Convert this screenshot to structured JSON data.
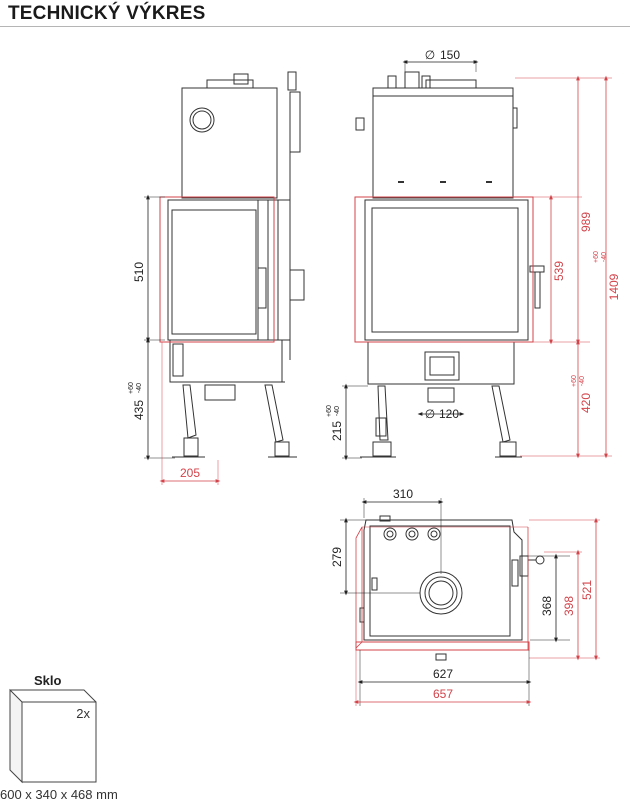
{
  "header": {
    "title": "TECHNICKÝ VÝKRES"
  },
  "colors": {
    "dimension_red": "#d3434a",
    "dimension_black": "#222222",
    "outline": "#333333"
  },
  "front_view": {
    "door_height": "510",
    "leg_height": "435",
    "leg_tolerance_plus": "+60",
    "leg_tolerance_minus": "-40",
    "width_right": "205"
  },
  "side_view": {
    "flue_diameter": "150",
    "diameter_symbol": "∅",
    "inlet_diameter": "120",
    "bottom_height": "215",
    "bottom_tolerance_plus": "+60",
    "bottom_tolerance_minus": "-40",
    "door_height": "539",
    "top_height": "989",
    "total_height": "1409",
    "total_tolerance_plus": "+60",
    "total_tolerance_minus": "-40",
    "base_height": "420",
    "base_tolerance_plus": "+60",
    "base_tolerance_minus": "-40"
  },
  "top_view": {
    "flue_offset": "310",
    "flue_depth": "279",
    "depth_inner": "368",
    "depth_glass": "398",
    "depth_total": "521",
    "width_inner": "627",
    "width_total": "657"
  },
  "glass": {
    "label": "Sklo",
    "quantity": "2x",
    "dimensions": "600 x 340 x 468 mm"
  }
}
